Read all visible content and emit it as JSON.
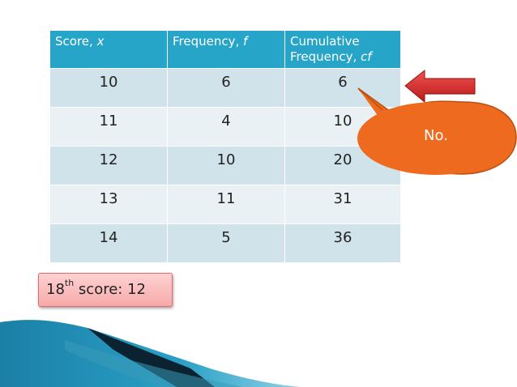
{
  "table": {
    "headers": [
      {
        "text": "Score, ",
        "var": "x"
      },
      {
        "text": "Frequency, ",
        "var": "f"
      },
      {
        "text": "Cumulative Frequency, ",
        "var": "cf"
      }
    ],
    "rows": [
      [
        "10",
        "6",
        "6"
      ],
      [
        "11",
        "4",
        "10"
      ],
      [
        "12",
        "10",
        "20"
      ],
      [
        "13",
        "11",
        "31"
      ],
      [
        "14",
        "5",
        "36"
      ]
    ]
  },
  "callout": {
    "text": "No."
  },
  "answer": {
    "ordinal": "18",
    "suffix": "th",
    "text": " score: 12"
  },
  "colors": {
    "header": "#26a5c8",
    "callout": "#ef6a1e",
    "arrow": "#d92a2a"
  }
}
